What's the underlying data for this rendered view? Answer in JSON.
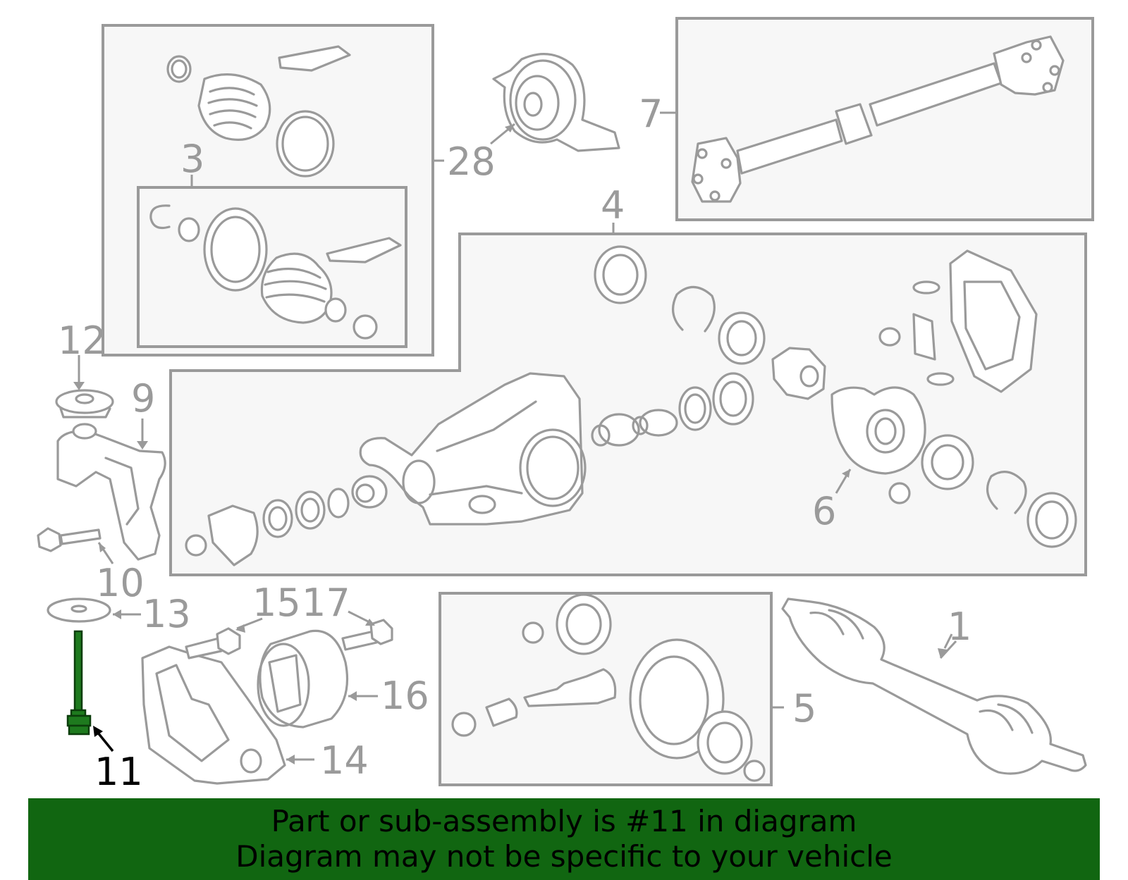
{
  "callouts": {
    "c1": "1",
    "c3": "3",
    "c4": "4",
    "c5": "5",
    "c6": "6",
    "c7": "7",
    "c9": "9",
    "c10": "10",
    "c11": "11",
    "c12": "12",
    "c13": "13",
    "c14": "14",
    "c15": "15",
    "c16": "16",
    "c17": "17",
    "c28": "28"
  },
  "highlighted_part": "11",
  "colors": {
    "banner": "#116611",
    "highlight": "#1e7a1e",
    "linework": "#9a9a9a"
  },
  "banner": {
    "line1": "Part or sub-assembly is #11 in diagram",
    "line2": "Diagram may not be specific to your vehicle"
  }
}
